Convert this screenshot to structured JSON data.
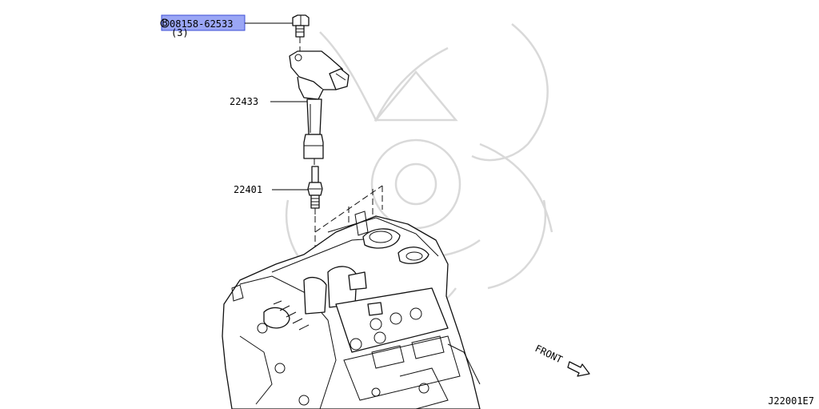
{
  "callouts": {
    "bolt": {
      "part_number": "08158-62533",
      "prefix_symbol": "B",
      "quantity": "(3)"
    },
    "ignition_coil": {
      "part_number": "22433"
    },
    "spark_plug": {
      "part_number": "22401"
    }
  },
  "direction_label": "FRONT",
  "diagram_code": "J22001E7",
  "colors": {
    "highlight": "#9aa6f5",
    "highlight_border": "#3d4fd6",
    "line": "#000000",
    "watermark": "#d9d9d9"
  }
}
